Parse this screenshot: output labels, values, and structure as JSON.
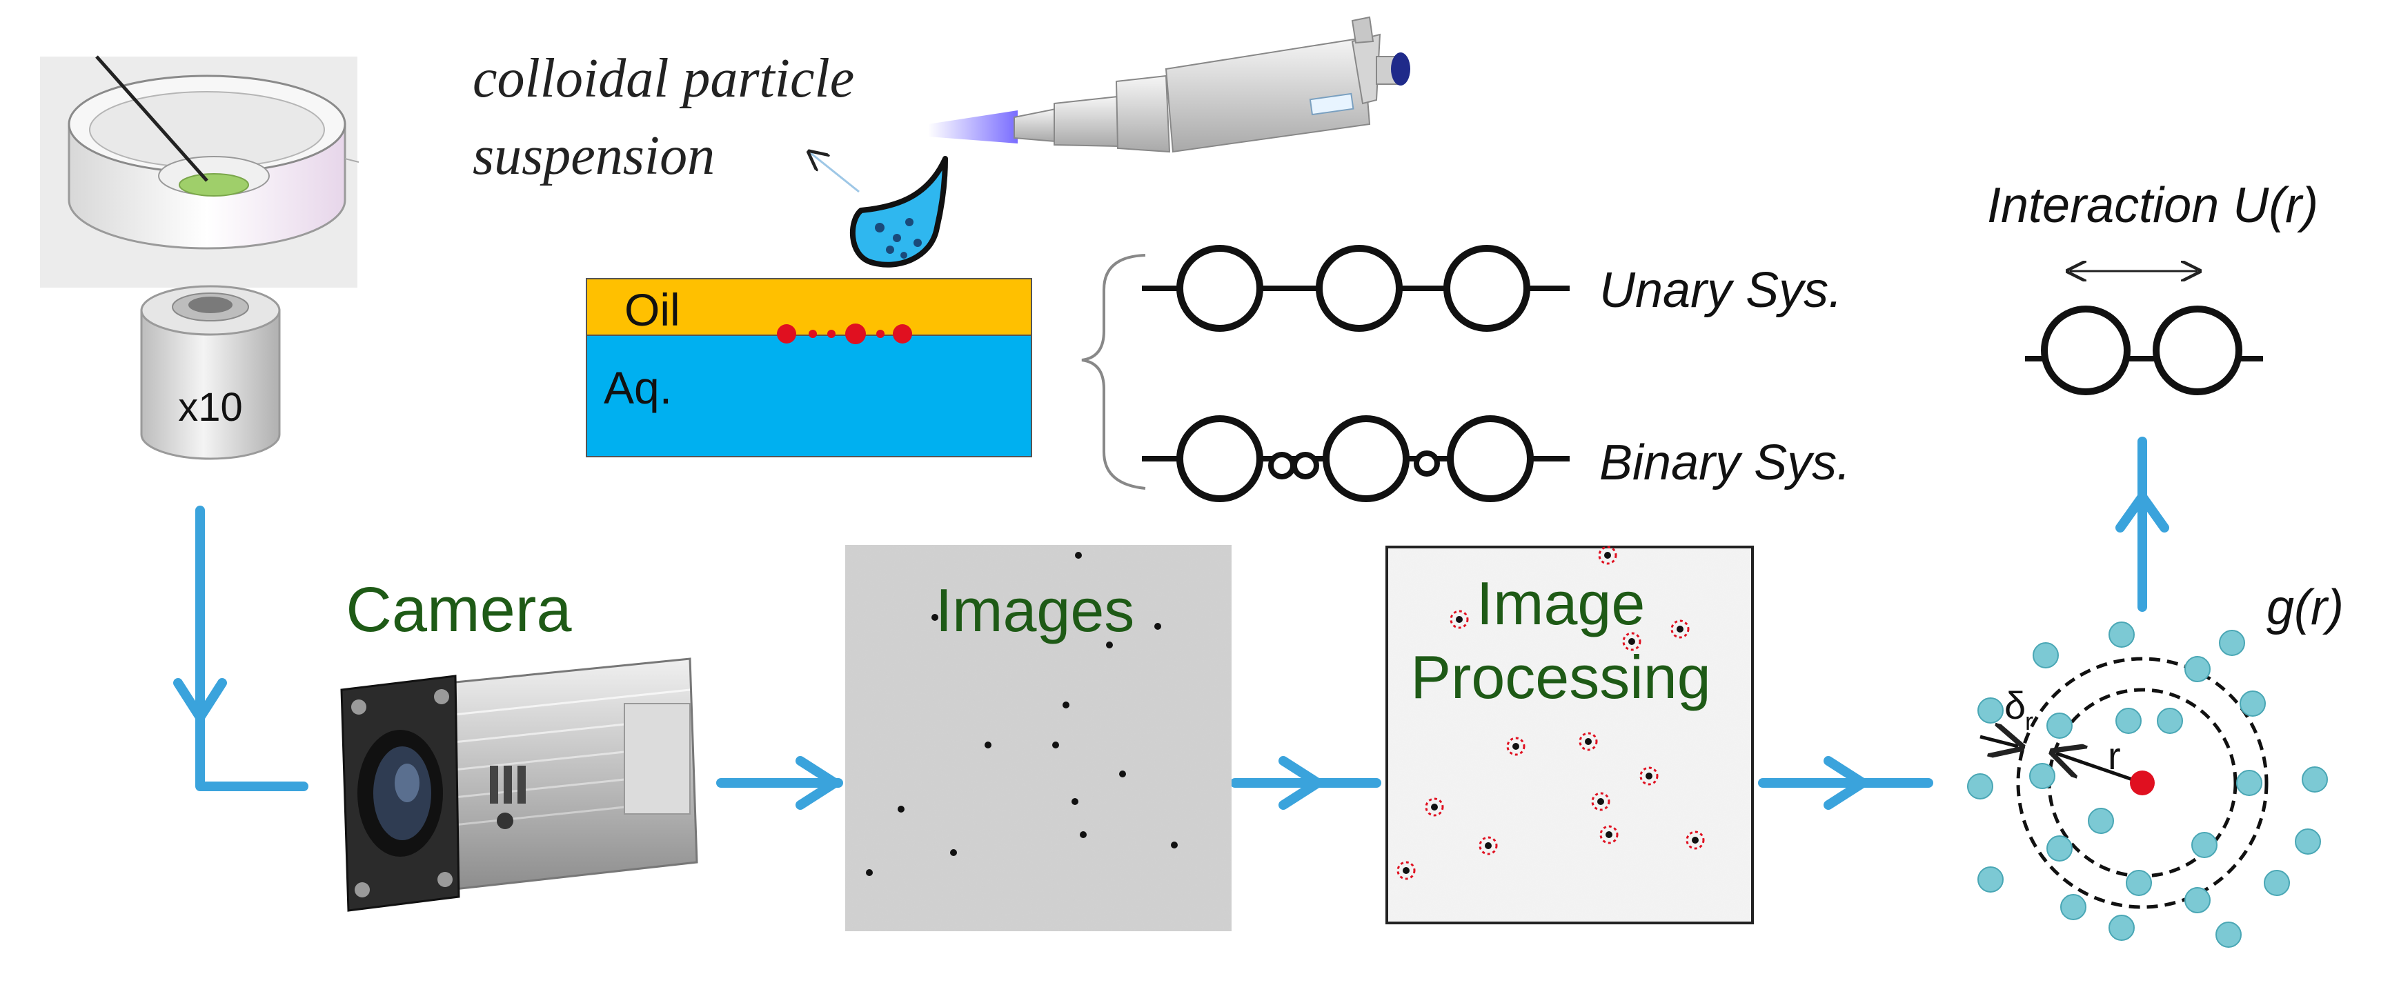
{
  "colors": {
    "flow_arrow": "#3aa3dc",
    "label_green": "#1e5a16",
    "oil": "#ffc000",
    "aqueous": "#00b0f0",
    "particle_red": "#e01020",
    "particle_teal": "#7cc9d4"
  },
  "microscope": {
    "objective_label": "x10"
  },
  "pipette_step": {
    "label_line1": "colloidal particle",
    "label_line2": "suspension"
  },
  "interface": {
    "oil_label": "Oil",
    "aqueous_label": "Aq."
  },
  "systems": {
    "unary_label": "Unary Sys.",
    "binary_label": "Binary Sys."
  },
  "interaction": {
    "label": "Interaction U(r)"
  },
  "camera": {
    "label": "Camera"
  },
  "images_panel": {
    "label": "Images"
  },
  "processing_panel": {
    "label_line1": "Image",
    "label_line2": "Processing"
  },
  "rdf": {
    "label": "g(r)",
    "r_label": "r",
    "delta_label": "δ",
    "delta_sub": "r"
  },
  "icons": [
    "microscope-dish-icon",
    "objective-lens-icon",
    "pipette-icon",
    "droplet-icon",
    "camera-icon"
  ]
}
